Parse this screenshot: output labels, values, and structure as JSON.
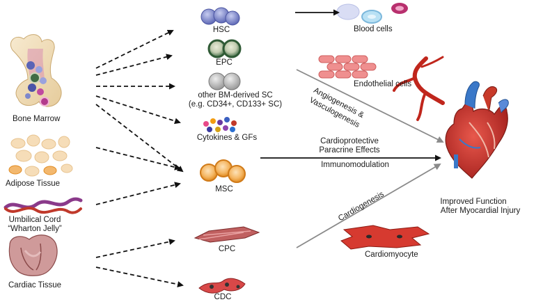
{
  "sources": {
    "bone_marrow": "Bone Marrow",
    "adipose": "Adipose Tissue",
    "umbilical_line1": "Umbilical Cord",
    "umbilical_line2": "“Wharton Jelly”",
    "cardiac": "Cardiac Tissue"
  },
  "cells": {
    "hsc": "HSC",
    "epc": "EPC",
    "other_line1": "other BM-derived SC",
    "other_line2": "(e.g. CD34+, CD133+ SC)",
    "cytokines": "Cytokines & GFs",
    "msc": "MSC",
    "cpc": "CPC",
    "cdc": "CDC"
  },
  "outcomes": {
    "blood_cells": "Blood cells",
    "endothelial": "Endothelial cells",
    "cardiomyocyte": "Cardiomyocyte",
    "heart_line1": "Improved Function",
    "heart_line2": "After Myocardial Injury"
  },
  "mechanisms": {
    "angio_line1": "Angiogenesis &",
    "angio_line2": "Vasculogenesis",
    "paracrine_line1": "Cardioprotective",
    "paracrine_line2": "Paracrine Effects",
    "immuno": "Immunomodulation",
    "cardiogenesis": "Cardiogenesis"
  },
  "colors": {
    "hsc": "#7d87c9",
    "epc": "#3f6b45",
    "other": "#a9a9a9",
    "msc": "#f0a040",
    "cpc": "#c0504d",
    "cdc": "#d24040",
    "heart": "#c8302a",
    "arrow_solid": "#111111",
    "arrow_grey": "#8a8a8a"
  }
}
